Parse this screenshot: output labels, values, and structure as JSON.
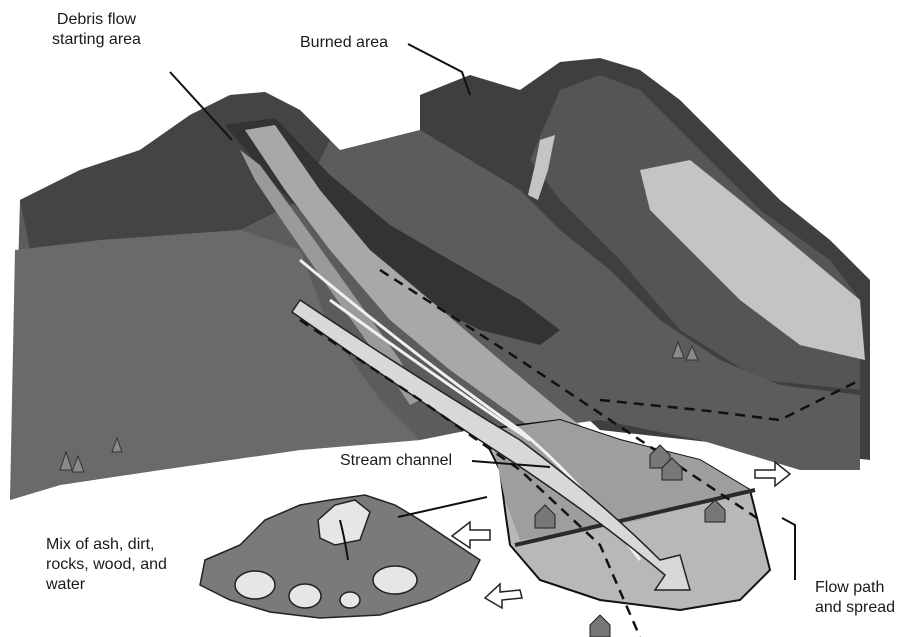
{
  "labels": {
    "debris_start": {
      "line1": "Debris flow",
      "line2": "starting area"
    },
    "burned": "Burned area",
    "stream": "Stream channel",
    "mix": {
      "line1": "Mix of ash, dirt,",
      "line2": "rocks, wood, and",
      "line3": "water"
    },
    "flow": {
      "line1": "Flow path",
      "line2": "and spread"
    }
  },
  "colors": {
    "mountain_dark": "#4a4a4a",
    "mountain_mid": "#6a6a6a",
    "ridge_light": "#8a8a8a",
    "channel": "#a8a8a8",
    "burned_patch": "#c4c4c4",
    "fan": "#b0b0b0",
    "ink": "#1a1a1a"
  }
}
